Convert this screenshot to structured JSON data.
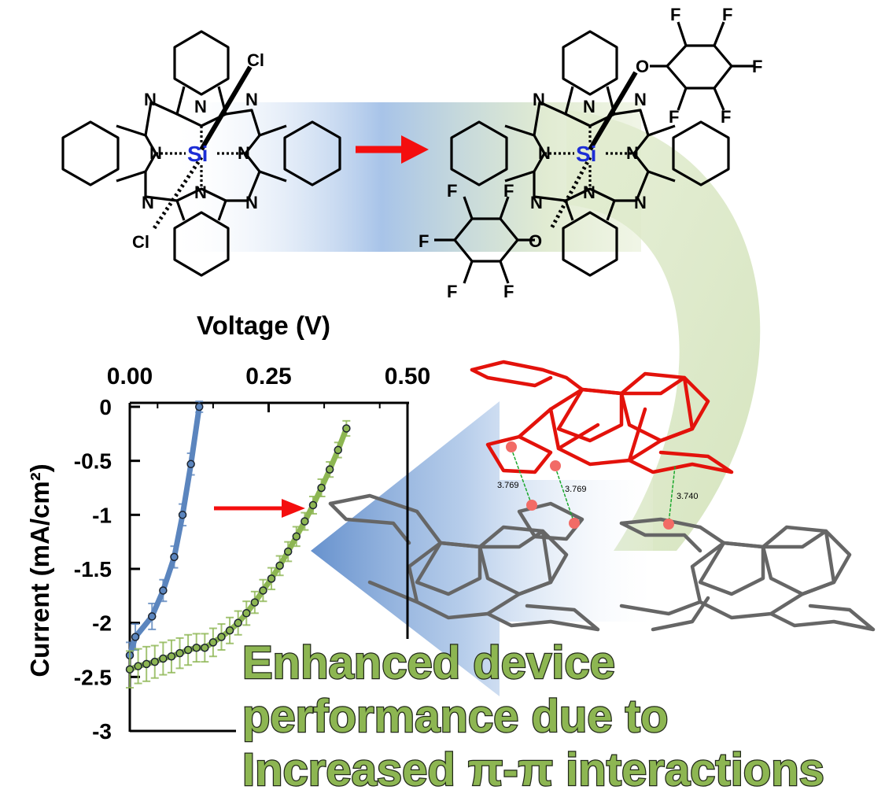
{
  "scheme": {
    "left_molecule": {
      "central_atom": "Si",
      "axial_ligand_top": "Cl",
      "axial_ligand_bottom": "Cl",
      "nitrogen_label": "N"
    },
    "right_molecule": {
      "central_atom": "Si",
      "oxygen_label": "O",
      "fluorine_label": "F",
      "nitrogen_label": "N"
    }
  },
  "crystal": {
    "contacts": [
      "3.769",
      "3.769",
      "3.740"
    ]
  },
  "caption": {
    "line1": "Enhanced device",
    "line2": "performance due to",
    "line3": "Increased π-π interactions"
  },
  "chart_data": {
    "type": "line",
    "xlabel": "Voltage (V)",
    "ylabel": "Current (mA/cm²)",
    "xlim": [
      0,
      0.5
    ],
    "ylim": [
      -3,
      0
    ],
    "xticks": [
      "0.00",
      "0.25",
      "0.50"
    ],
    "yticks": [
      "0",
      "-0.5",
      "-1",
      "-1.5",
      "-2",
      "-2.5",
      "-3"
    ],
    "x_axis_position": "top",
    "grid": false,
    "series": [
      {
        "color": "#5b85be",
        "x": [
          0.0,
          0.01,
          0.04,
          0.06,
          0.08,
          0.095,
          0.11,
          0.125
        ],
        "y": [
          -2.3,
          -2.13,
          -1.94,
          -1.7,
          -1.39,
          -1.0,
          -0.53,
          0.0
        ],
        "error": [
          0.12,
          0.12,
          0.12,
          0.1,
          0.1,
          0.1,
          0.1,
          0.05
        ]
      },
      {
        "color": "#8db652",
        "x": [
          0.0,
          0.015,
          0.03,
          0.045,
          0.06,
          0.075,
          0.09,
          0.105,
          0.12,
          0.135,
          0.15,
          0.165,
          0.18,
          0.195,
          0.21,
          0.225,
          0.24,
          0.255,
          0.27,
          0.285,
          0.3,
          0.315,
          0.33,
          0.345,
          0.36,
          0.375,
          0.39
        ],
        "y": [
          -2.43,
          -2.4,
          -2.38,
          -2.36,
          -2.33,
          -2.31,
          -2.28,
          -2.25,
          -2.23,
          -2.23,
          -2.18,
          -2.13,
          -2.07,
          -2.0,
          -1.91,
          -1.81,
          -1.7,
          -1.59,
          -1.47,
          -1.34,
          -1.2,
          -1.06,
          -0.91,
          -0.75,
          -0.58,
          -0.4,
          -0.2
        ],
        "error": [
          0.17,
          0.16,
          0.16,
          0.15,
          0.15,
          0.15,
          0.14,
          0.14,
          0.13,
          0.13,
          0.13,
          0.12,
          0.12,
          0.11,
          0.11,
          0.1,
          0.1,
          0.1,
          0.09,
          0.09,
          0.09,
          0.08,
          0.08,
          0.08,
          0.07,
          0.07,
          0.07
        ]
      }
    ]
  }
}
